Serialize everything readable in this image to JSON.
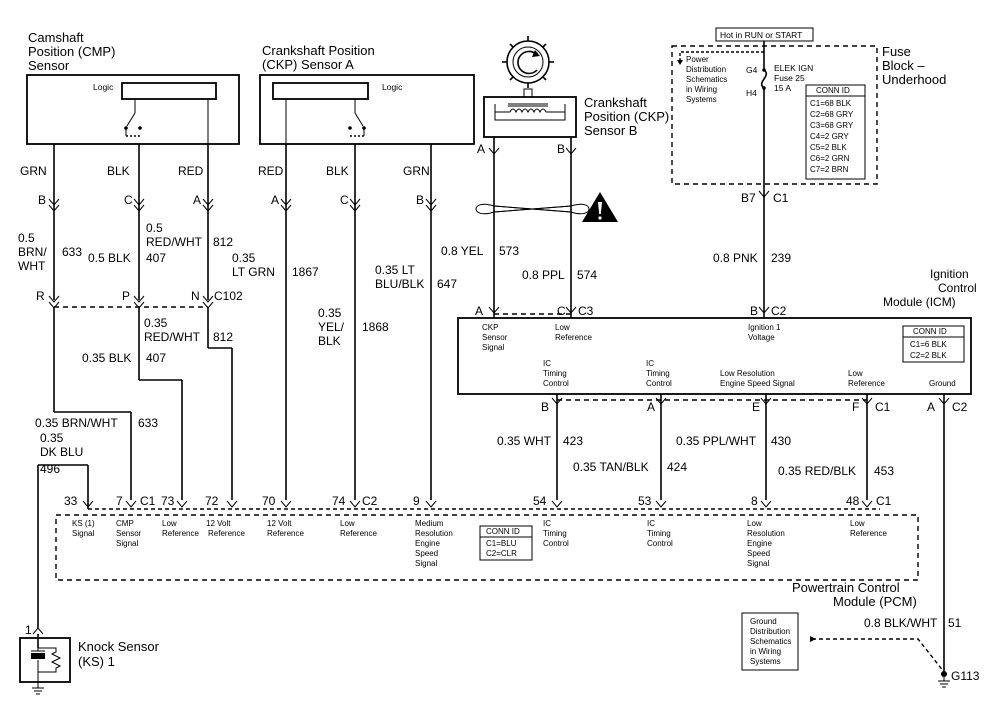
{
  "cmp_sensor": {
    "title": [
      "Camshaft",
      "Position (CMP)",
      "Sensor"
    ],
    "logic": "Logic"
  },
  "ckp_a": {
    "title": [
      "Crankshaft Position",
      "(CKP) Sensor A"
    ],
    "logic": "Logic"
  },
  "ckp_b": {
    "title": [
      "Crankshaft",
      "Position (CKP)",
      "Sensor B"
    ],
    "pin_a": "A",
    "pin_b": "B"
  },
  "fuse_block": {
    "title": [
      "Fuse",
      "Block –",
      "Underhood"
    ],
    "hot": "Hot in RUN or START",
    "pds": [
      "Power",
      "Distribution",
      "Schematics",
      "in Wiring",
      "Systems"
    ],
    "g4": "G4",
    "h4": "H4",
    "fuse": [
      "ELEK IGN",
      "Fuse 25",
      "15 A"
    ],
    "conn_title": "CONN ID",
    "conn": [
      "C1=68 BLK",
      "C2=68 GRY",
      "C3=68 GRY",
      "C4=2 GRY",
      "C5=2 BLK",
      "C6=2 GRN",
      "C7=2 BRN"
    ],
    "out_pin": "B7",
    "out_conn": "C1"
  },
  "wire_colors_top": [
    "GRN",
    "BLK",
    "RED",
    "RED",
    "BLK",
    "GRN"
  ],
  "pins_top": [
    "B",
    "C",
    "A",
    "A",
    "C",
    "B"
  ],
  "wires": {
    "w633": {
      "g": "0.5",
      "c1": "BRN/",
      "c2": "WHT",
      "n": "633"
    },
    "w407": {
      "t": "0.5 BLK",
      "n": "407"
    },
    "w812": {
      "g": "0.5",
      "c": "RED/WHT",
      "n": "812"
    },
    "w1867": {
      "g": "0.35",
      "c": "LT GRN",
      "n": "1867"
    },
    "w1868": {
      "g": "0.35",
      "c1": "YEL/",
      "c2": "BLK",
      "n": "1868"
    },
    "w647": {
      "g": "0.35 LT",
      "c": "BLU/BLK",
      "n": "647"
    },
    "w573": {
      "t": "0.8 YEL",
      "n": "573"
    },
    "w574": {
      "t": "0.8 PPL",
      "n": "574"
    },
    "w239": {
      "t": "0.8 PNK",
      "n": "239"
    }
  },
  "c102": {
    "pins": [
      "R",
      "P",
      "N"
    ],
    "label": "C102"
  },
  "lower_wires": {
    "w812b": {
      "g": "0.35",
      "c": "RED/WHT",
      "n": "812"
    },
    "w407b": {
      "t": "0.35 BLK",
      "n": "407"
    },
    "w633b": {
      "t": "0.35 BRN/WHT",
      "n": "633"
    },
    "w496": {
      "g": "0.35",
      "c": "DK BLU",
      "n": "496"
    }
  },
  "icm": {
    "title": [
      "Ignition",
      "Control",
      "Module (ICM)"
    ],
    "top_pins": [
      "A",
      "C",
      "C3",
      "B",
      "C2"
    ],
    "top_labels": [
      [
        "CKP",
        "Sensor",
        "Signal"
      ],
      [
        "Low",
        "Reference"
      ],
      [
        "Ignition 1",
        "Voltage"
      ]
    ],
    "conn_title": "CONN ID",
    "conn": [
      "C1=6 BLK",
      "C2=2 BLK"
    ],
    "bottom_labels": [
      [
        "IC",
        "Timing",
        "Control"
      ],
      [
        "IC",
        "Timing",
        "Control"
      ],
      [
        "Low Resolution",
        "Engine Speed Signal"
      ],
      [
        "Low",
        "Reference"
      ],
      [
        "Ground"
      ]
    ],
    "bottom_pins": [
      "B",
      "A",
      "E",
      "F",
      "C1",
      "A",
      "C2"
    ]
  },
  "icm_wires": {
    "w423": {
      "t": "0.35 WHT",
      "n": "423"
    },
    "w424": {
      "t": "0.35 TAN/BLK",
      "n": "424"
    },
    "w430": {
      "t": "0.35 PPL/WHT",
      "n": "430"
    },
    "w453": {
      "t": "0.35 RED/BLK",
      "n": "453"
    }
  },
  "pcm": {
    "title": [
      "Powertrain Control",
      "Module (PCM)"
    ],
    "pins": [
      "33",
      "7",
      "C1",
      "73",
      "72",
      "70",
      "74",
      "C2",
      "9",
      "54",
      "53",
      "8",
      "48",
      "C1"
    ],
    "labels": [
      [
        "KS (1)",
        "Signal"
      ],
      [
        "CMP",
        "Sensor",
        "Signal"
      ],
      [
        "Low",
        "Reference"
      ],
      [
        "12 Volt",
        "Reference"
      ],
      [
        "12 Volt",
        "Reference"
      ],
      [
        "Low",
        "Reference"
      ],
      [
        "Medium",
        "Resolution",
        "Engine",
        "Speed",
        "Signal"
      ],
      [
        "IC",
        "Timing",
        "Control"
      ],
      [
        "IC",
        "Timing",
        "Control"
      ],
      [
        "Low",
        "Resolution",
        "Engine",
        "Speed",
        "Signal"
      ],
      [
        "Low",
        "Reference"
      ]
    ],
    "conn_title": "CONN ID",
    "conn": [
      "C1=BLU",
      "C2=CLR"
    ]
  },
  "knock": {
    "title": [
      "Knock Sensor",
      "(KS) 1"
    ],
    "pin": "1"
  },
  "ground": {
    "pds": [
      "Ground",
      "Distribution",
      "Schematics",
      "in Wiring",
      "Systems"
    ],
    "wire": {
      "t": "0.8 BLK/WHT",
      "n": "51"
    },
    "label": "G113"
  }
}
